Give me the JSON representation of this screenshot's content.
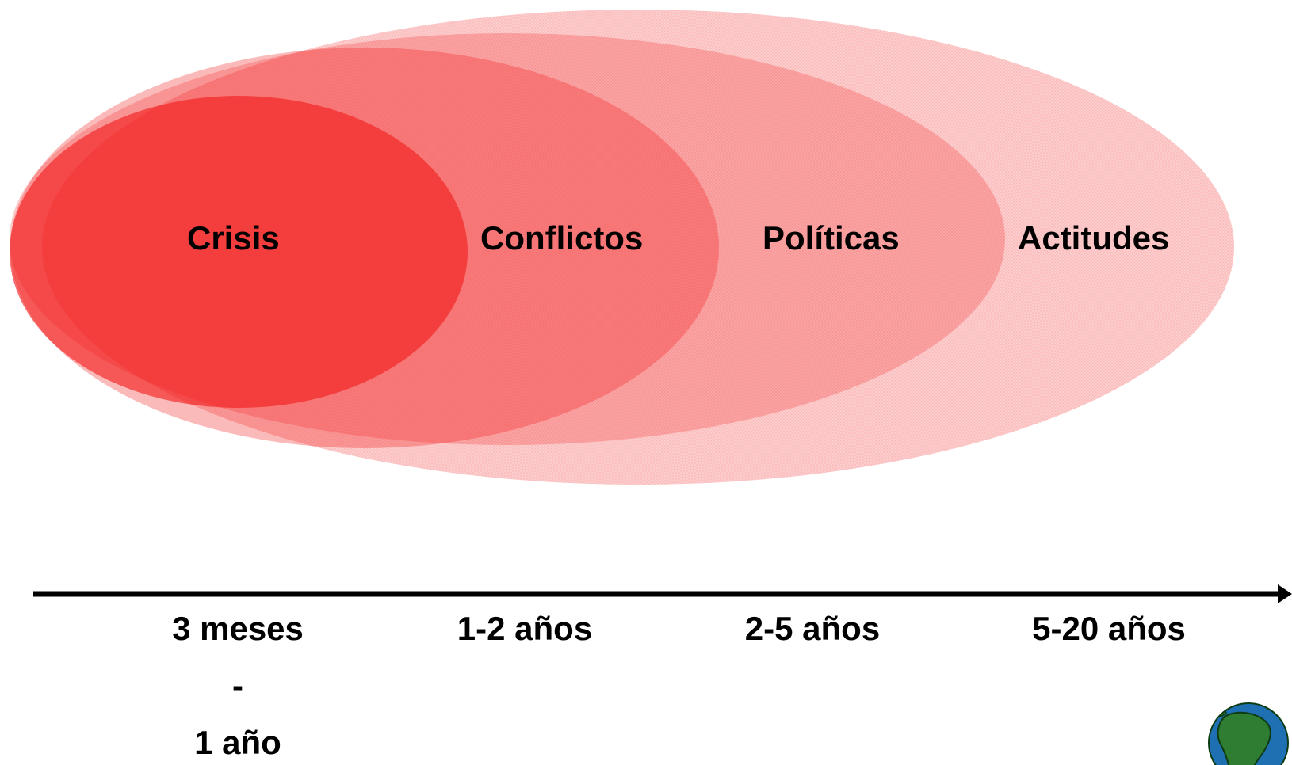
{
  "colors": {
    "ellipse_fill": "#f21c1c",
    "axis": "#000000",
    "globe_ocean": "#1f6fb3",
    "globe_land": "#2e7d32"
  },
  "stages": [
    {
      "label": "Crisis"
    },
    {
      "label": "Conflictos"
    },
    {
      "label": "Políticas"
    },
    {
      "label": "Actitudes"
    }
  ],
  "timeline": {
    "labels": [
      {
        "line1": "3 meses",
        "line2": "-",
        "line3": "1 año"
      },
      {
        "line1": "1-2 años"
      },
      {
        "line1": "2-5 años"
      },
      {
        "line1": "5-20 años"
      }
    ]
  },
  "logo": {
    "icon": "globe-icon"
  }
}
